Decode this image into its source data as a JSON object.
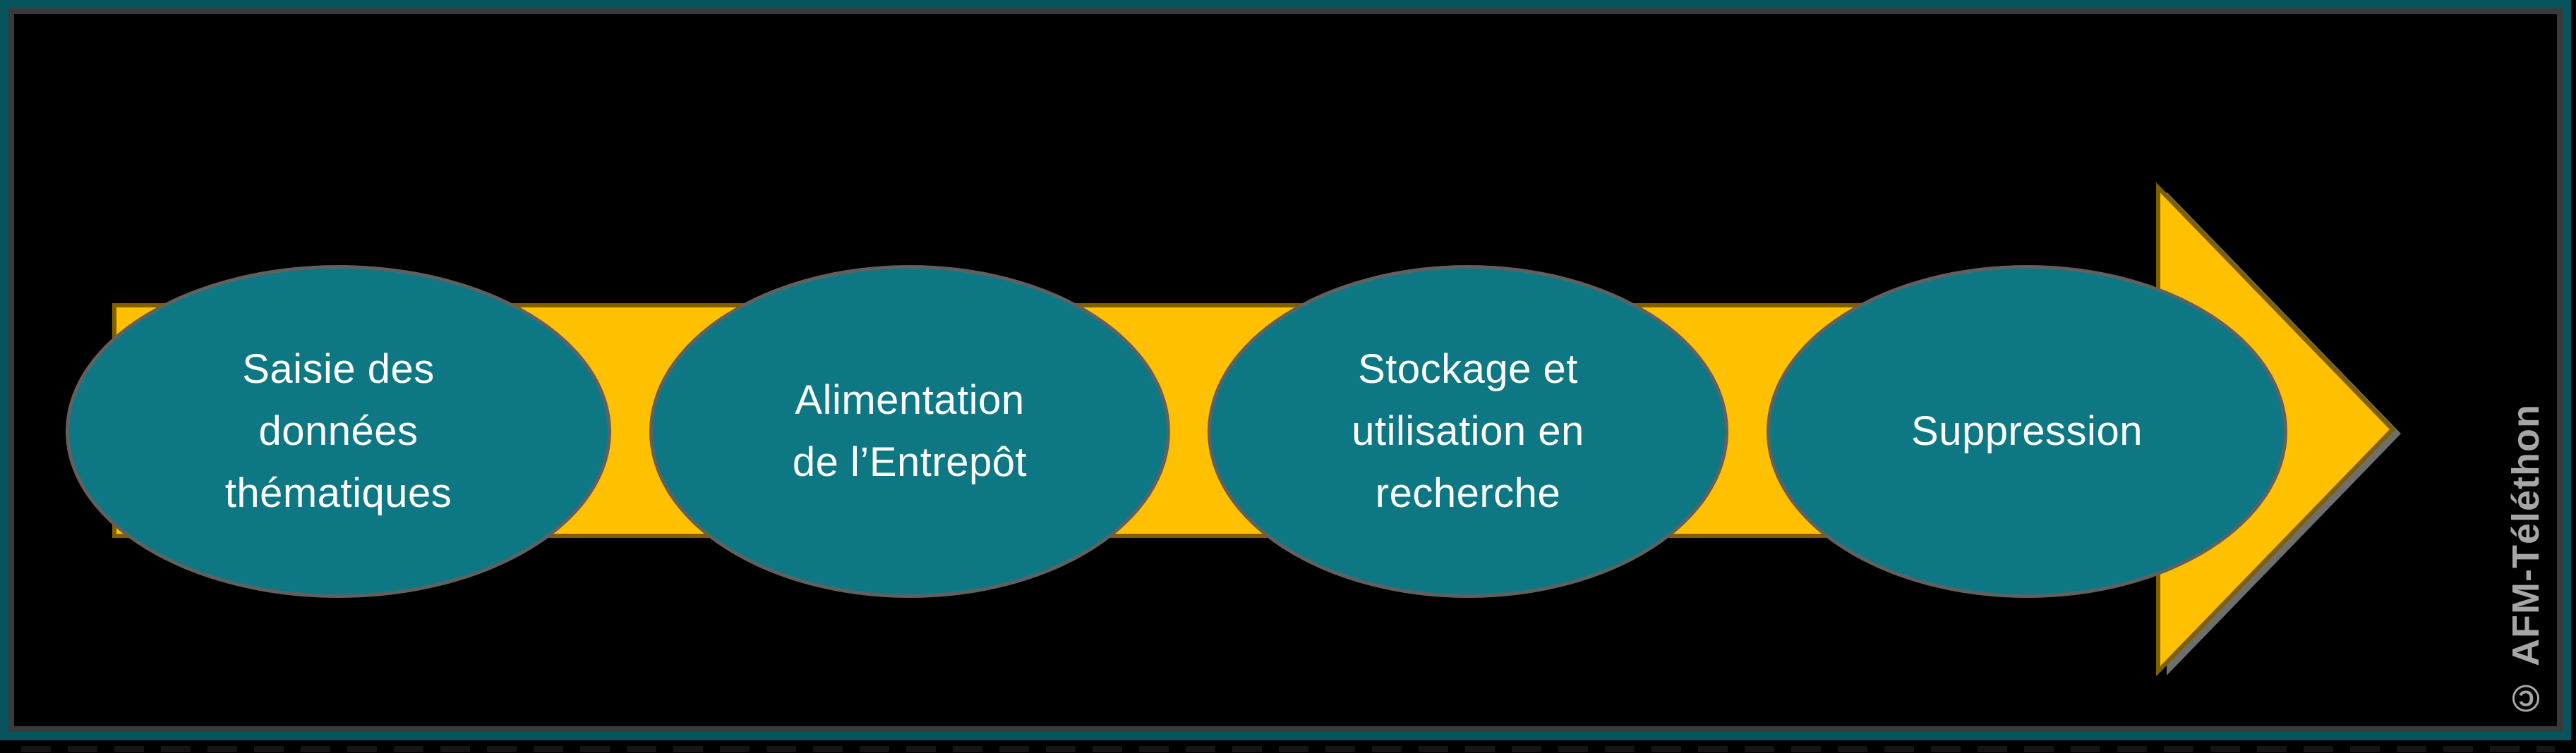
{
  "diagram": {
    "type": "process-flow",
    "direction": "left-to-right",
    "stages": [
      {
        "id": 1,
        "label": "Saisie des\ndonnées\nthématiques"
      },
      {
        "id": 2,
        "label": "Alimentation\nde l’Entrepôt"
      },
      {
        "id": 3,
        "label": "Stockage et\nutilisation en\nrecherche"
      },
      {
        "id": 4,
        "label": "Suppression"
      }
    ]
  },
  "watermark": {
    "text": "© AFM-Téléthon"
  },
  "colors": {
    "background": "#000000",
    "frame_outer_teal": "#07545E",
    "frame_inner_gray": "#3A3A3A",
    "ellipse_fill_teal": "#0D7883",
    "ellipse_outline_gray": "#606060",
    "arrow_fill_gold": "#FFC000",
    "arrow_outline_dark_gold": "#7F6000",
    "arrow_shadow_gray": "#6E6E6E",
    "stage_text": "#FFFFFF",
    "watermark_text": "#A6A6A6"
  }
}
